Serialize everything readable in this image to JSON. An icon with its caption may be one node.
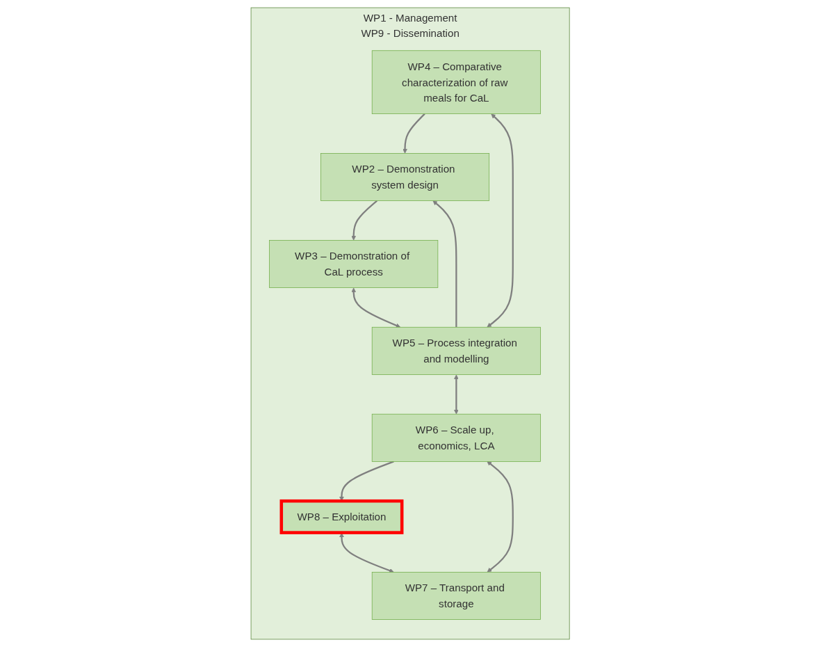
{
  "diagram": {
    "nodes": [
      {
        "text": [
          "WP1 - Management",
          "WP9 - Dissemination"
        ]
      },
      {
        "text": [
          "WP2 – Demonstration system design"
        ],
        "in": 0
      },
      {
        "text": [
          "WP3 – Demonstration of CaL process"
        ],
        "in": 0
      },
      {
        "text": [
          "WP4 – Comparative characterization of raw meals for CaL"
        ],
        "in": 0
      },
      {
        "text": [
          "WP5 – Process integration and modelling"
        ],
        "in": 0
      },
      {
        "text": [
          "WP7 – Transport and storage"
        ],
        "in": 0
      },
      {
        "text": [
          "WP6 – Scale up, economics, LCA"
        ],
        "in": 0
      },
      {
        "text": [
          "WP8 – Exploitation"
        ],
        "in": 0
      }
    ],
    "edges": [
      {
        "from": 1,
        "to": 2,
        "arrow": "to"
      },
      {
        "from": 3,
        "to": 1,
        "arrow": "to"
      },
      {
        "from": 4,
        "to": 1,
        "arrow": "to"
      },
      {
        "from": 2,
        "to": 4,
        "arrow": "both"
      },
      {
        "from": 3,
        "to": 4,
        "arrow": "both"
      },
      {
        "from": 4,
        "to": 6,
        "arrow": "both"
      },
      {
        "from": 5,
        "to": 6,
        "arrow": "both"
      },
      {
        "from": 6,
        "to": 7,
        "arrow": "to"
      },
      {
        "from": 7,
        "to": 5,
        "arrow": "both"
      }
    ]
  }
}
